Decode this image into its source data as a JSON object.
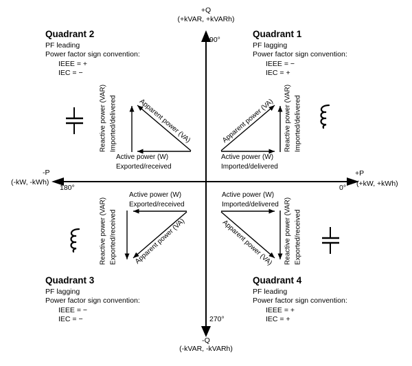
{
  "axes": {
    "vertical_positive": {
      "label": "+Q",
      "units": "(+kVAR, +kVARh)",
      "angle": "90°"
    },
    "vertical_negative": {
      "label": "-Q",
      "units": "(-kVAR, -kVARh)",
      "angle": "270°"
    },
    "horizontal_negative": {
      "label": "-P",
      "units": "(-kW, -kWh)",
      "angle": "180°"
    },
    "horizontal_positive": {
      "label": "+P",
      "units": "(+kW, +kWh)",
      "angle": "0°"
    }
  },
  "quadrants": {
    "q1": {
      "title": "Quadrant 1",
      "pf": "PF lagging",
      "convention": "Power factor sign convention:",
      "ieee": "IEEE = −",
      "iec": "IEC = +",
      "load_symbol": "inductor",
      "triangle": {
        "active": "Active power (W)",
        "active_flow": "Imported/delivered",
        "reactive": "Reactive power (VAR)",
        "reactive_flow": "Imported/delivered",
        "apparent": "Apparent power (VA)"
      }
    },
    "q2": {
      "title": "Quadrant 2",
      "pf": "PF leading",
      "convention": "Power factor sign convention:",
      "ieee": "IEEE = +",
      "iec": "IEC = −",
      "load_symbol": "capacitor",
      "triangle": {
        "active": "Active power (W)",
        "active_flow": "Exported/received",
        "reactive": "Reactive power (VAR)",
        "reactive_flow": "Imported/delivered",
        "apparent": "Apparent power (VA)"
      }
    },
    "q3": {
      "title": "Quadrant 3",
      "pf": "PF lagging",
      "convention": "Power factor sign convention:",
      "ieee": "IEEE = −",
      "iec": "IEC = −",
      "load_symbol": "inductor",
      "triangle": {
        "active": "Active power (W)",
        "active_flow": "Exported/received",
        "reactive": "Reactive power (VAR)",
        "reactive_flow": "Exported/received",
        "apparent": "Apparent power (VA)"
      }
    },
    "q4": {
      "title": "Quadrant 4",
      "pf": "PF leading",
      "convention": "Power factor sign convention:",
      "ieee": "IEEE = +",
      "iec": "IEC = +",
      "load_symbol": "capacitor",
      "triangle": {
        "active": "Active power (W)",
        "active_flow": "Imported/delivered",
        "reactive": "Reactive power (VAR)",
        "reactive_flow": "Exported/received",
        "apparent": "Apparent power (VA)"
      }
    }
  },
  "colors": {
    "ink": "#000000",
    "background": "#ffffff"
  }
}
